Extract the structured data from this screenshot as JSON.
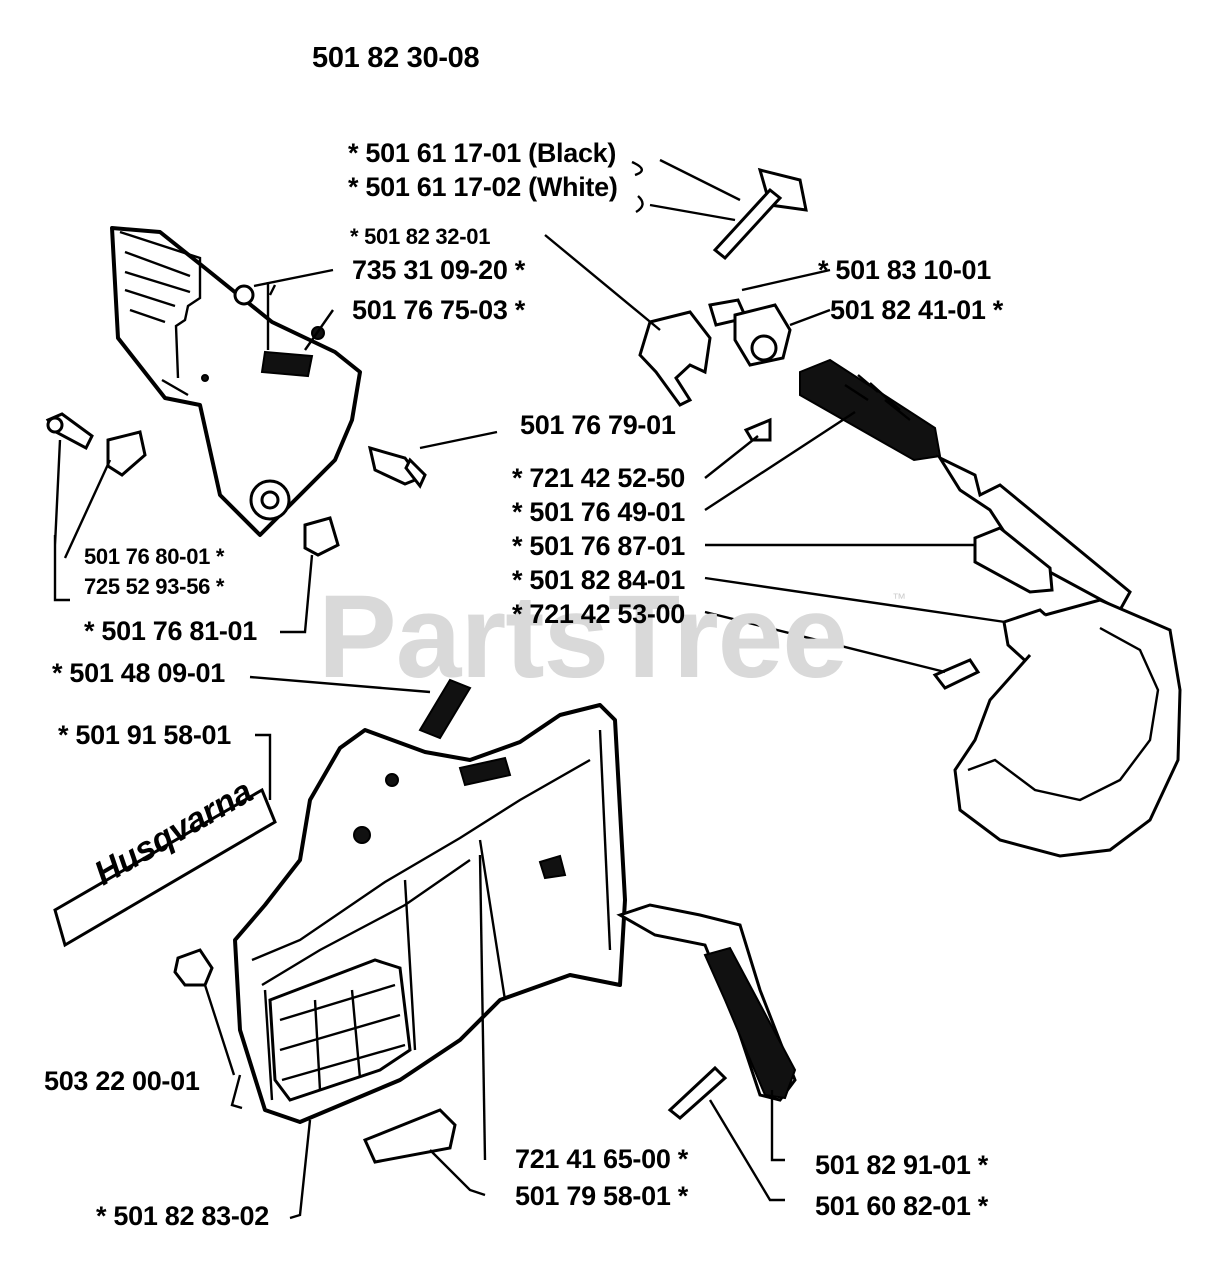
{
  "diagram": {
    "title": "501 82 30-08",
    "watermark": "PartsTree",
    "watermark_mark": "™",
    "logo_text": "Husqvarna",
    "labels": [
      {
        "id": "l1",
        "text": "*  501 61 17-01 (Black)"
      },
      {
        "id": "l2",
        "text": "*  501 61 17-02 (White)"
      },
      {
        "id": "l3",
        "text": "*  501 82 32-01"
      },
      {
        "id": "l4",
        "text": "735 31 09-20  *"
      },
      {
        "id": "l5",
        "text": "501 76 75-03  *"
      },
      {
        "id": "l6",
        "text": "*  501 83 10-01"
      },
      {
        "id": "l7",
        "text": "501 82 41-01  *"
      },
      {
        "id": "l8",
        "text": "501 76 79-01"
      },
      {
        "id": "l9",
        "text": "*  721 42 52-50"
      },
      {
        "id": "l10",
        "text": "*  501 76 49-01"
      },
      {
        "id": "l11",
        "text": "*  501 76 87-01"
      },
      {
        "id": "l12",
        "text": "*  501 82 84-01"
      },
      {
        "id": "l13",
        "text": "*  721 42 53-00"
      },
      {
        "id": "l14",
        "text": "501 76 80-01    *"
      },
      {
        "id": "l15",
        "text": "725 52 93-56    *"
      },
      {
        "id": "l16",
        "text": "*  501 76 81-01"
      },
      {
        "id": "l17",
        "text": "*  501 48 09-01"
      },
      {
        "id": "l18",
        "text": "*  501 91 58-01"
      },
      {
        "id": "l19",
        "text": "503 22 00-01"
      },
      {
        "id": "l20",
        "text": "721 41 65-00  *"
      },
      {
        "id": "l21",
        "text": "501 82 91-01  *"
      },
      {
        "id": "l22",
        "text": "501 79 58-01  *"
      },
      {
        "id": "l23",
        "text": "501 60 82-01  *"
      },
      {
        "id": "l24",
        "text": "*  501 82 83-02"
      }
    ]
  }
}
